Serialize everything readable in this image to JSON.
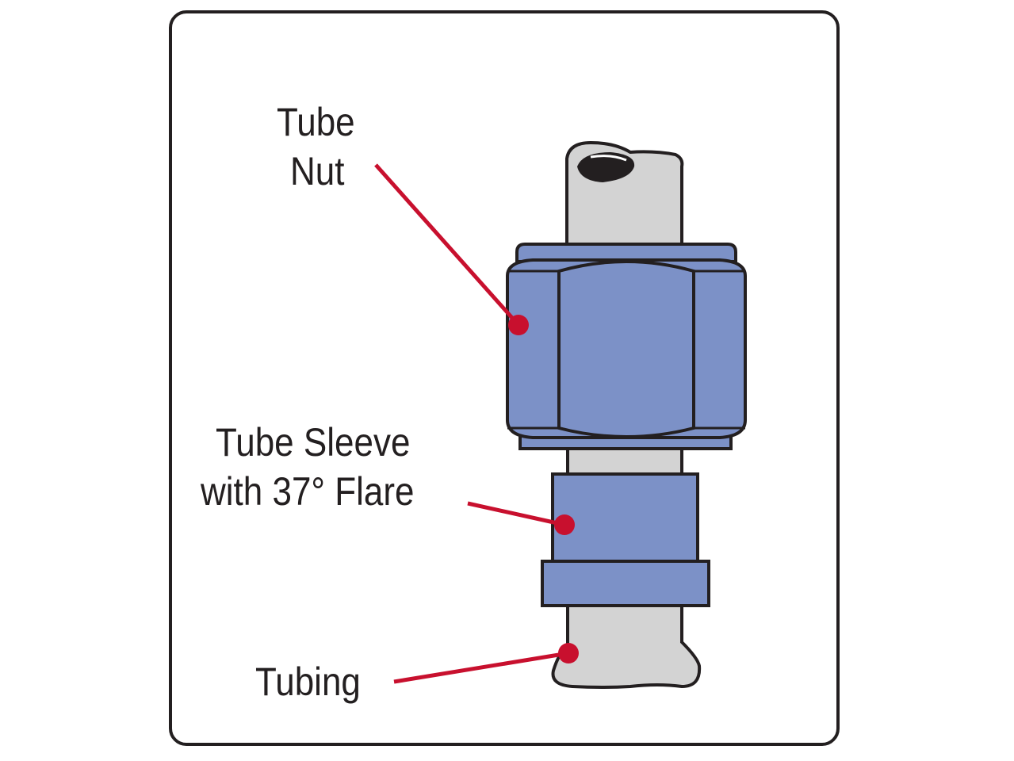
{
  "labels": {
    "tube_nut": [
      "Tube",
      "Nut"
    ],
    "tube_sleeve": [
      "Tube Sleeve",
      "with 37° Flare"
    ],
    "tubing": "Tubing"
  },
  "colors": {
    "part_fill": "#7c91c7",
    "tube_fill": "#d3d3d3",
    "outline": "#231f20",
    "leader": "#c8102e",
    "frame": "#231f20"
  }
}
